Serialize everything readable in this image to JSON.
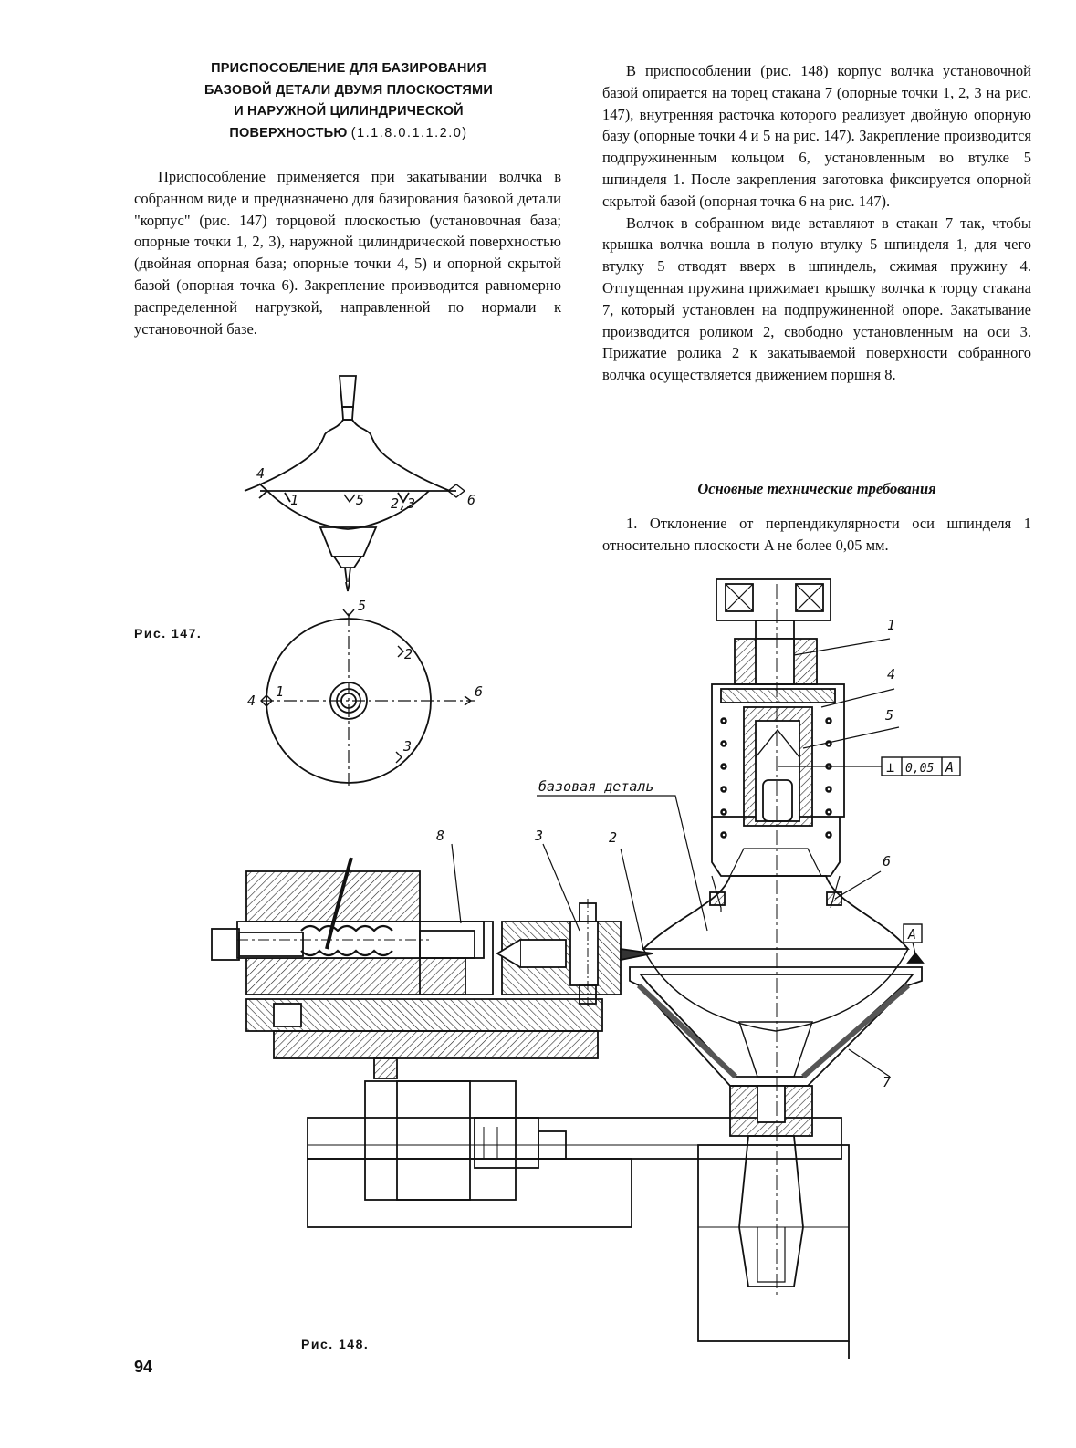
{
  "title": {
    "lines": [
      "ПРИСПОСОБЛЕНИЕ ДЛЯ БАЗИРОВАНИЯ",
      "БАЗОВОЙ ДЕТАЛИ ДВУМЯ ПЛОСКОСТЯМИ",
      "И НАРУЖНОЙ ЦИЛИНДРИЧЕСКОЙ",
      "ПОВЕРХНОСТЬЮ"
    ],
    "code": "(1.1.8.0.1.1.2.0)"
  },
  "left_column": {
    "paragraph": "Приспособление применяется при закатывании волчка в собранном виде и предназначено для базирования базовой детали \"корпус\" (рис. 147) торцовой плоскостью (установочная база; опорные точки 1, 2, 3), наружной цилиндрической поверхностью (двойная опорная база; опорные точки 4, 5) и опорной скрытой базой (опорная точка 6). Закрепление производится равномерно распределенной нагрузкой, направленной по нормали к установочной базе."
  },
  "right_column": {
    "paragraph1": "В приспособлении (рис. 148) корпус волчка установочной базой опирается на торец стакана 7 (опорные точки 1, 2, 3 на рис. 147), внутренняя расточка которого реализует двойную опорную базу (опорные точки 4 и 5 на рис. 147). Закрепление производится подпружиненным кольцом 6, установленным во втулке 5 шпинделя 1. После закрепления заготовка фиксируется опорной скрытой базой (опорная точка 6 на рис. 147).",
    "paragraph2": "Волчок в собранном виде вставляют в стакан 7 так, чтобы крышка волчка вошла в полую втулку 5 шпинделя 1, для чего втулку 5 отводят вверх в шпиндель, сжимая пружину 4. Отпущенная пружина прижимает крышку волчка к торцу стакана 7, который установлен на подпружиненной опоре. Закатывание производится роликом 2, свободно установленным на оси 3. Прижатие ролика 2 к закатываемой поверхности собранного волчка осуществляется движением поршня 8.",
    "subheading": "Основные технические требования",
    "requirement": "1. Отклонение от перпендикулярности оси шпинделя 1 относительно плоскости A не более 0,05 мм."
  },
  "fig147": {
    "caption": "Рис. 147.",
    "labels": {
      "p4": "4",
      "p1": "1",
      "p5": "5",
      "p23": "2,3",
      "p6": "6"
    },
    "plan_labels": {
      "p5": "5",
      "p2": "2",
      "p4": "4",
      "p1": "1",
      "p6": "6",
      "p3": "3"
    }
  },
  "fig148": {
    "caption": "Рис. 148.",
    "labels": {
      "n1": "1",
      "n4": "4",
      "n5": "5",
      "n6": "6",
      "n7": "7",
      "n8": "8",
      "n3": "3",
      "n2": "2",
      "base": "базовая деталь",
      "datum": "A"
    },
    "tolerance": {
      "symbol": "⊥",
      "value": "0,05",
      "datum": "A"
    }
  },
  "page_number": "94"
}
